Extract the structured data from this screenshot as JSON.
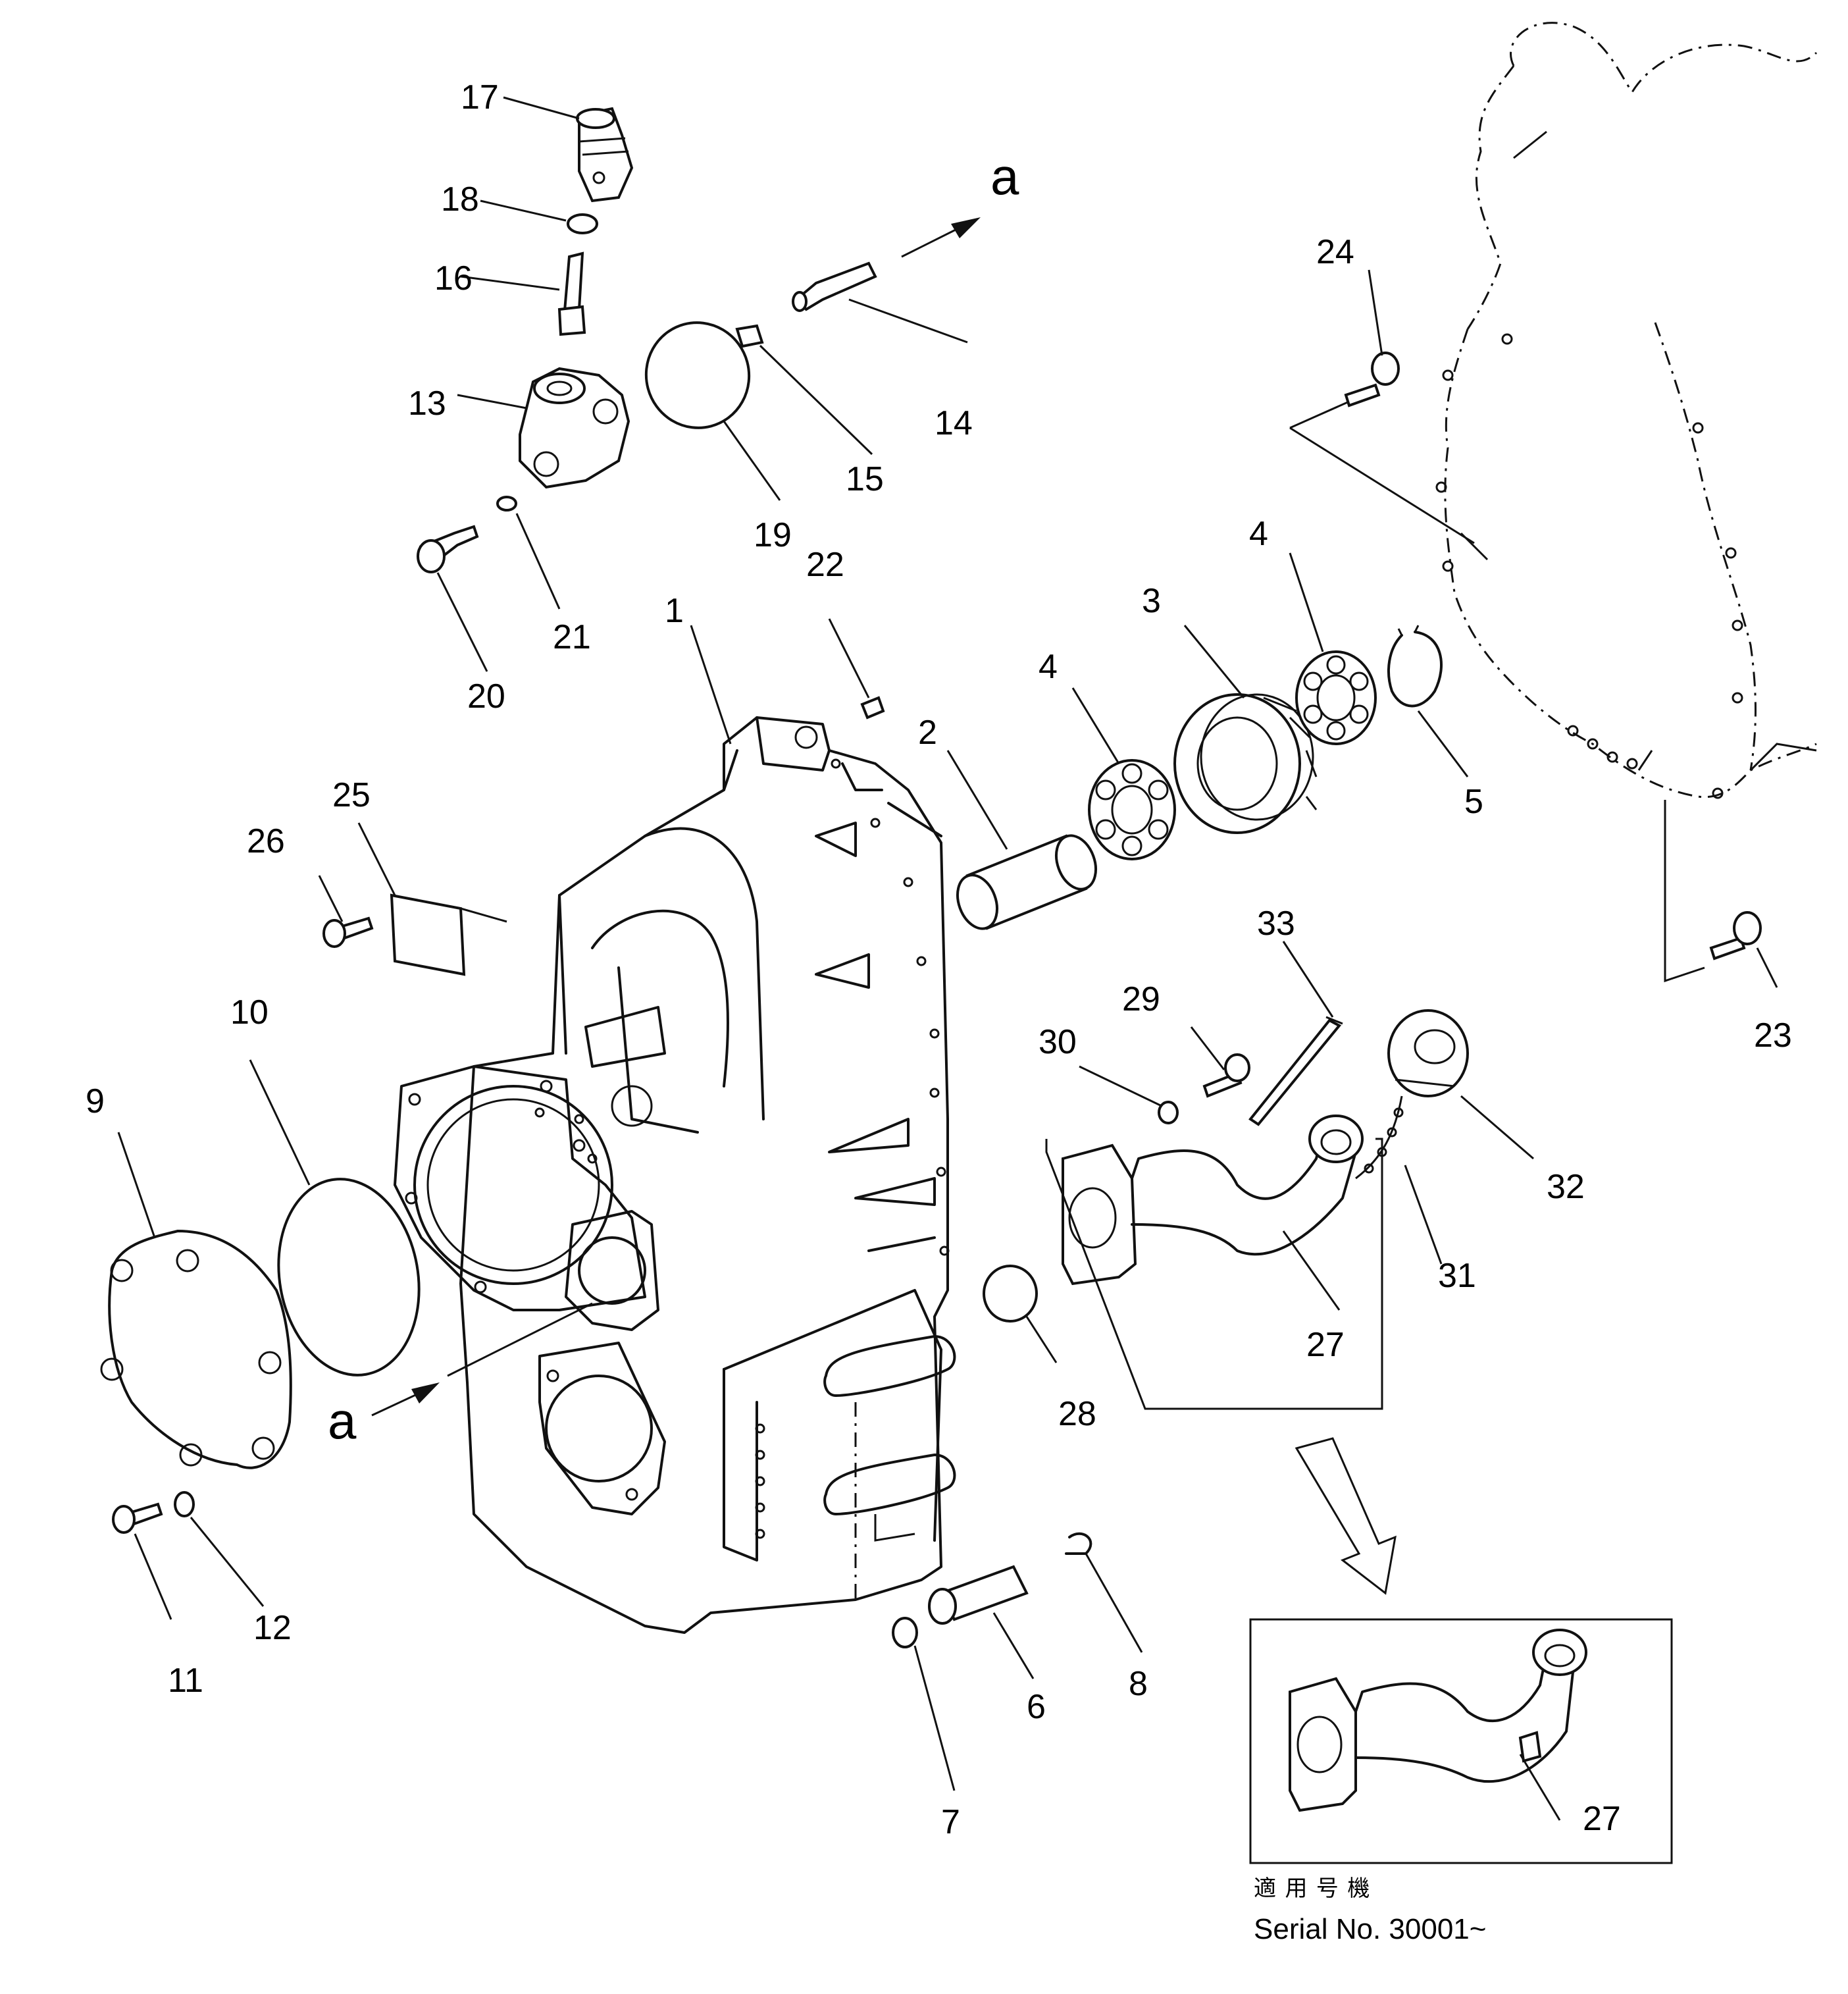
{
  "figure": {
    "arrow_label": "a",
    "note_jp": "適 用 号 機",
    "note_serial": "Serial No. 30001~"
  },
  "callouts": [
    {
      "id": "1",
      "label": "1"
    },
    {
      "id": "2",
      "label": "2"
    },
    {
      "id": "3",
      "label": "3"
    },
    {
      "id": "4a",
      "label": "4"
    },
    {
      "id": "4b",
      "label": "4"
    },
    {
      "id": "5",
      "label": "5"
    },
    {
      "id": "6",
      "label": "6"
    },
    {
      "id": "7",
      "label": "7"
    },
    {
      "id": "8",
      "label": "8"
    },
    {
      "id": "9",
      "label": "9"
    },
    {
      "id": "10",
      "label": "10"
    },
    {
      "id": "11",
      "label": "11"
    },
    {
      "id": "12",
      "label": "12"
    },
    {
      "id": "13",
      "label": "13"
    },
    {
      "id": "14",
      "label": "14"
    },
    {
      "id": "15",
      "label": "15"
    },
    {
      "id": "16",
      "label": "16"
    },
    {
      "id": "17",
      "label": "17"
    },
    {
      "id": "18",
      "label": "18"
    },
    {
      "id": "19",
      "label": "19"
    },
    {
      "id": "20",
      "label": "20"
    },
    {
      "id": "21",
      "label": "21"
    },
    {
      "id": "22",
      "label": "22"
    },
    {
      "id": "23",
      "label": "23"
    },
    {
      "id": "24",
      "label": "24"
    },
    {
      "id": "25",
      "label": "25"
    },
    {
      "id": "26",
      "label": "26"
    },
    {
      "id": "27a",
      "label": "27"
    },
    {
      "id": "27b",
      "label": "27"
    },
    {
      "id": "28",
      "label": "28"
    },
    {
      "id": "29",
      "label": "29"
    },
    {
      "id": "30",
      "label": "30"
    },
    {
      "id": "31",
      "label": "31"
    },
    {
      "id": "32",
      "label": "32"
    },
    {
      "id": "33",
      "label": "33"
    }
  ]
}
